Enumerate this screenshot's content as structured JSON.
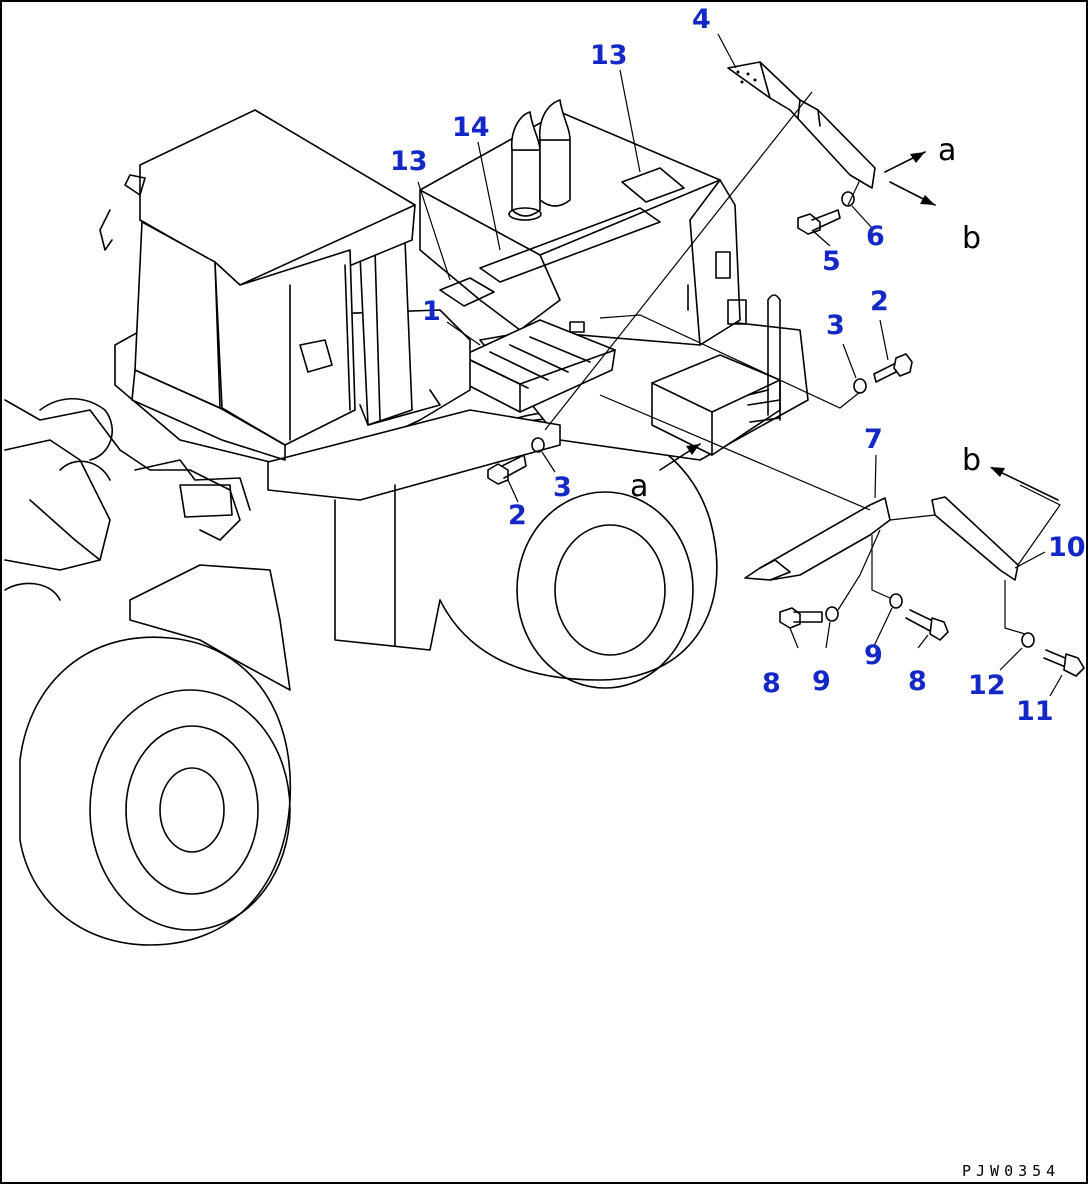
{
  "diagram": {
    "reference_code": "PJW0354",
    "part_labels": [
      {
        "id": "label-4",
        "text": "4"
      },
      {
        "id": "label-13-top",
        "text": "13"
      },
      {
        "id": "label-14",
        "text": "14"
      },
      {
        "id": "label-13-left",
        "text": "13"
      },
      {
        "id": "label-1",
        "text": "1"
      },
      {
        "id": "label-5",
        "text": "5"
      },
      {
        "id": "label-6",
        "text": "6"
      },
      {
        "id": "label-2-right",
        "text": "2"
      },
      {
        "id": "label-3-right",
        "text": "3"
      },
      {
        "id": "label-3-center",
        "text": "3"
      },
      {
        "id": "label-2-center",
        "text": "2"
      },
      {
        "id": "label-7",
        "text": "7"
      },
      {
        "id": "label-10",
        "text": "10"
      },
      {
        "id": "label-8-left",
        "text": "8"
      },
      {
        "id": "label-9-left",
        "text": "9"
      },
      {
        "id": "label-9-right",
        "text": "9"
      },
      {
        "id": "label-8-right",
        "text": "8"
      },
      {
        "id": "label-12",
        "text": "12"
      },
      {
        "id": "label-11",
        "text": "11"
      }
    ],
    "view_markers": [
      {
        "id": "marker-a-top",
        "text": "a"
      },
      {
        "id": "marker-b-top",
        "text": "b"
      },
      {
        "id": "marker-a-center",
        "text": "a"
      },
      {
        "id": "marker-b-right",
        "text": "b"
      }
    ],
    "colors": {
      "part_label": "#1428c8",
      "line": "#000000",
      "background": "#ffffff"
    }
  }
}
